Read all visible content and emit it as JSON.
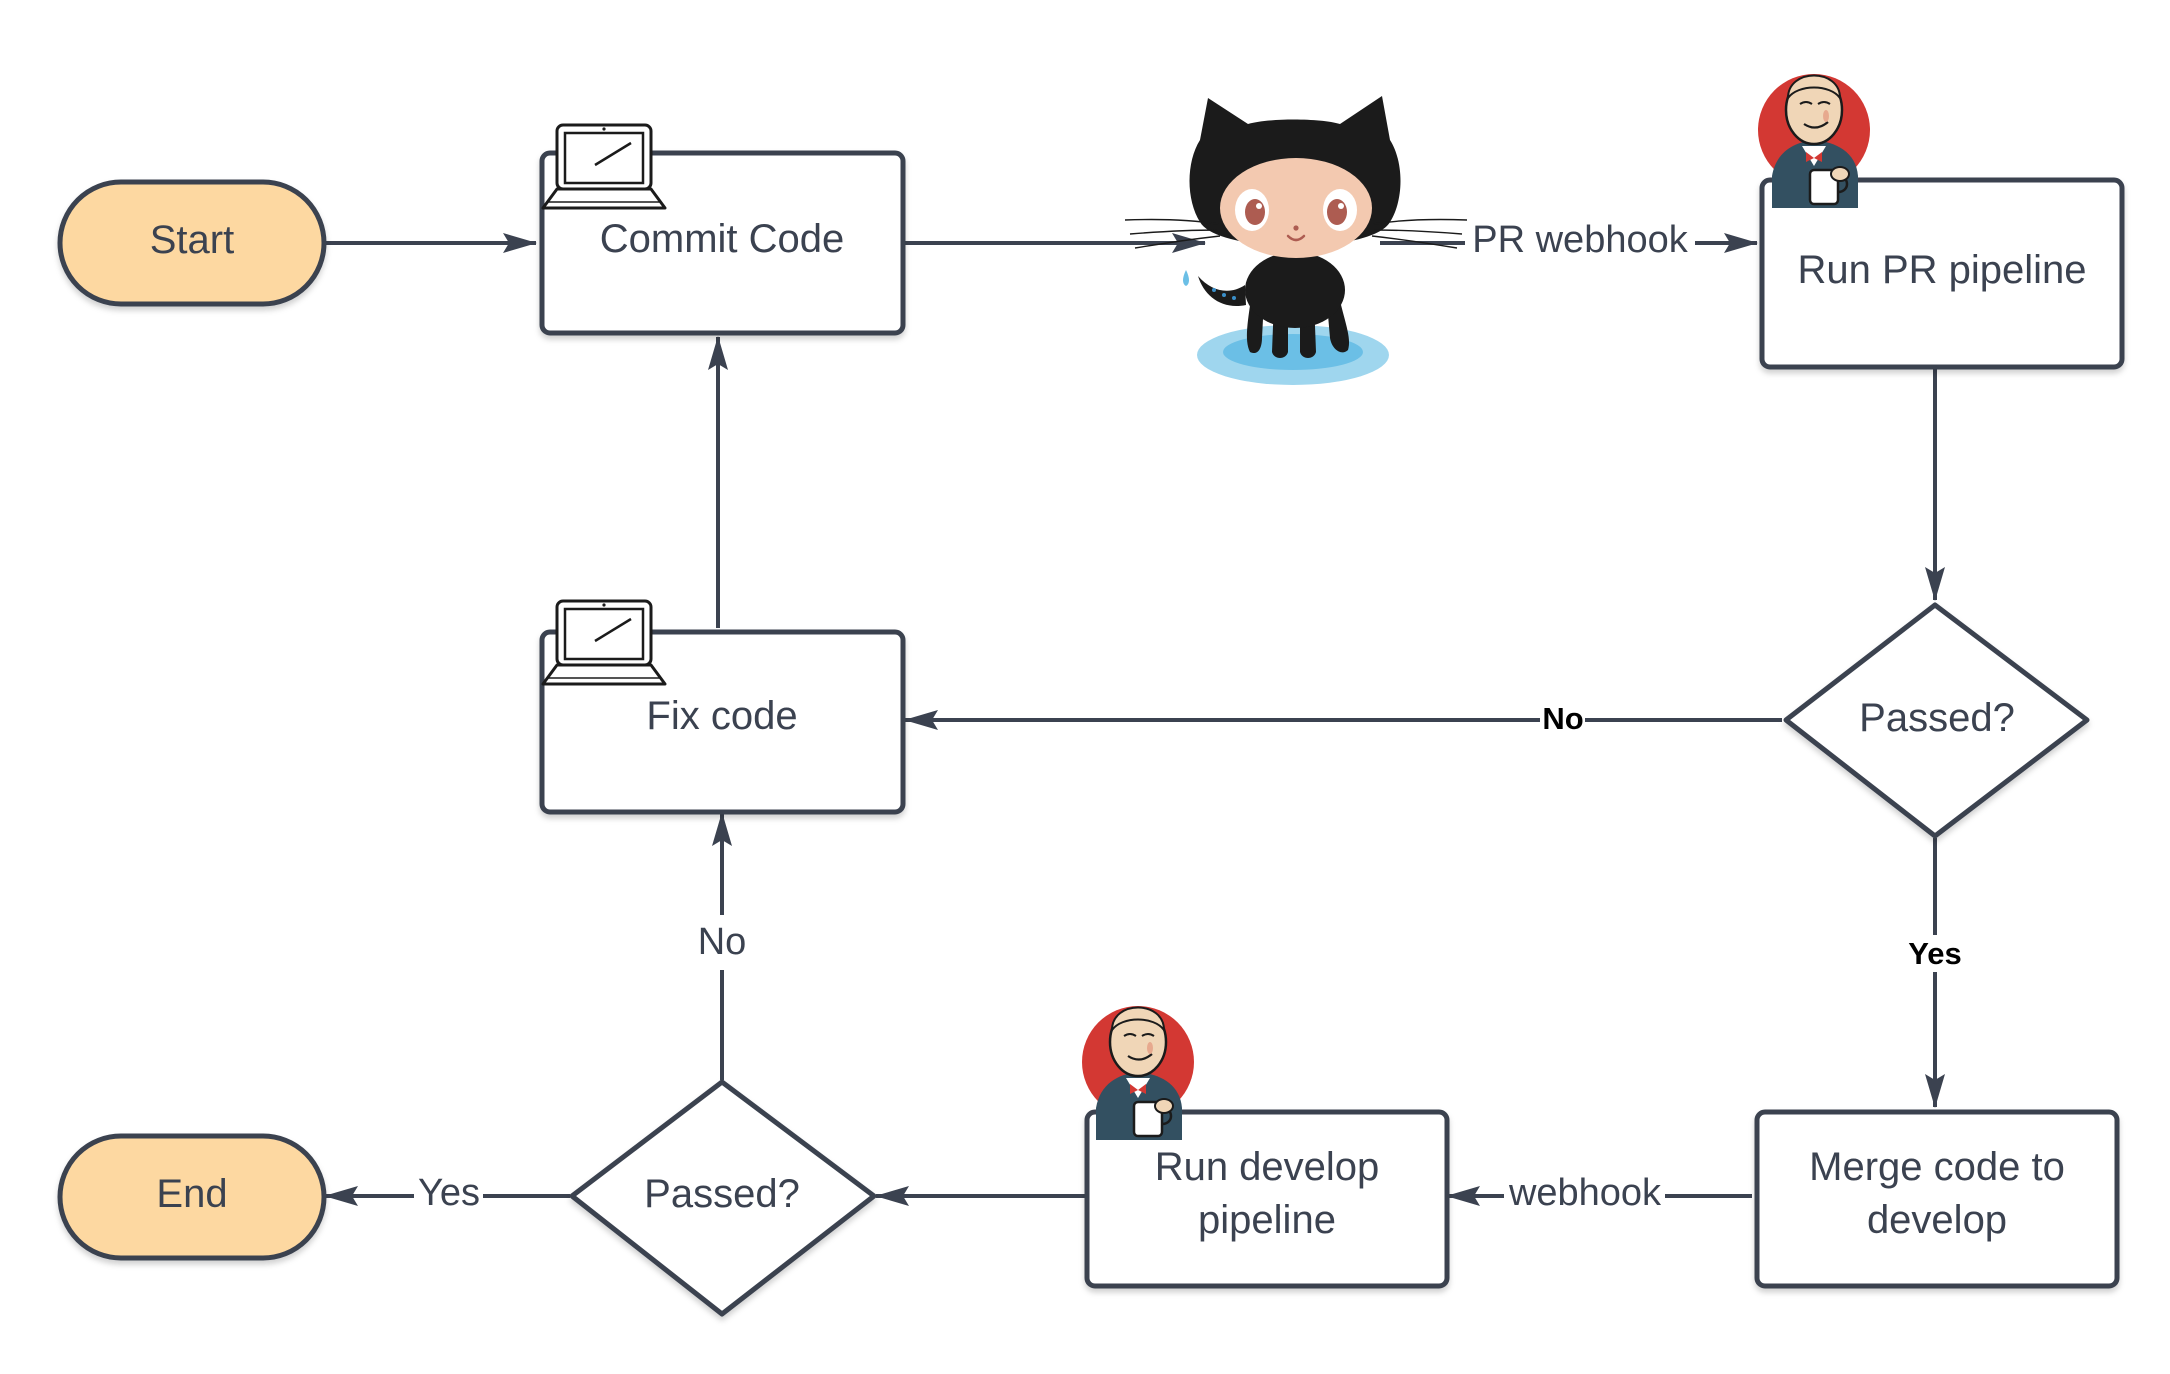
{
  "nodes": {
    "start": {
      "label": "Start"
    },
    "commit_code": {
      "label": "Commit Code"
    },
    "run_pr_pipeline": {
      "label": "Run PR pipeline"
    },
    "passed_pr": {
      "label": "Passed?"
    },
    "fix_code": {
      "label": "Fix code"
    },
    "merge_code": {
      "label_line1": "Merge code to",
      "label_line2": "develop"
    },
    "run_develop_pipeline": {
      "label_line1": "Run develop",
      "label_line2": "pipeline"
    },
    "passed_develop": {
      "label": "Passed?"
    },
    "end": {
      "label": "End"
    }
  },
  "edges": {
    "pr_webhook": "PR webhook",
    "no_pr": "No",
    "yes_pr": "Yes",
    "webhook": "webhook",
    "no_develop": "No",
    "yes_develop": "Yes"
  },
  "icons": {
    "laptop": "laptop-icon",
    "github": "github-octocat-icon",
    "jenkins": "jenkins-butler-icon"
  },
  "colors": {
    "terminal_fill": "#fdd8a1",
    "stroke": "#3b4250",
    "text": "#3b4250",
    "background": "#ffffff"
  }
}
